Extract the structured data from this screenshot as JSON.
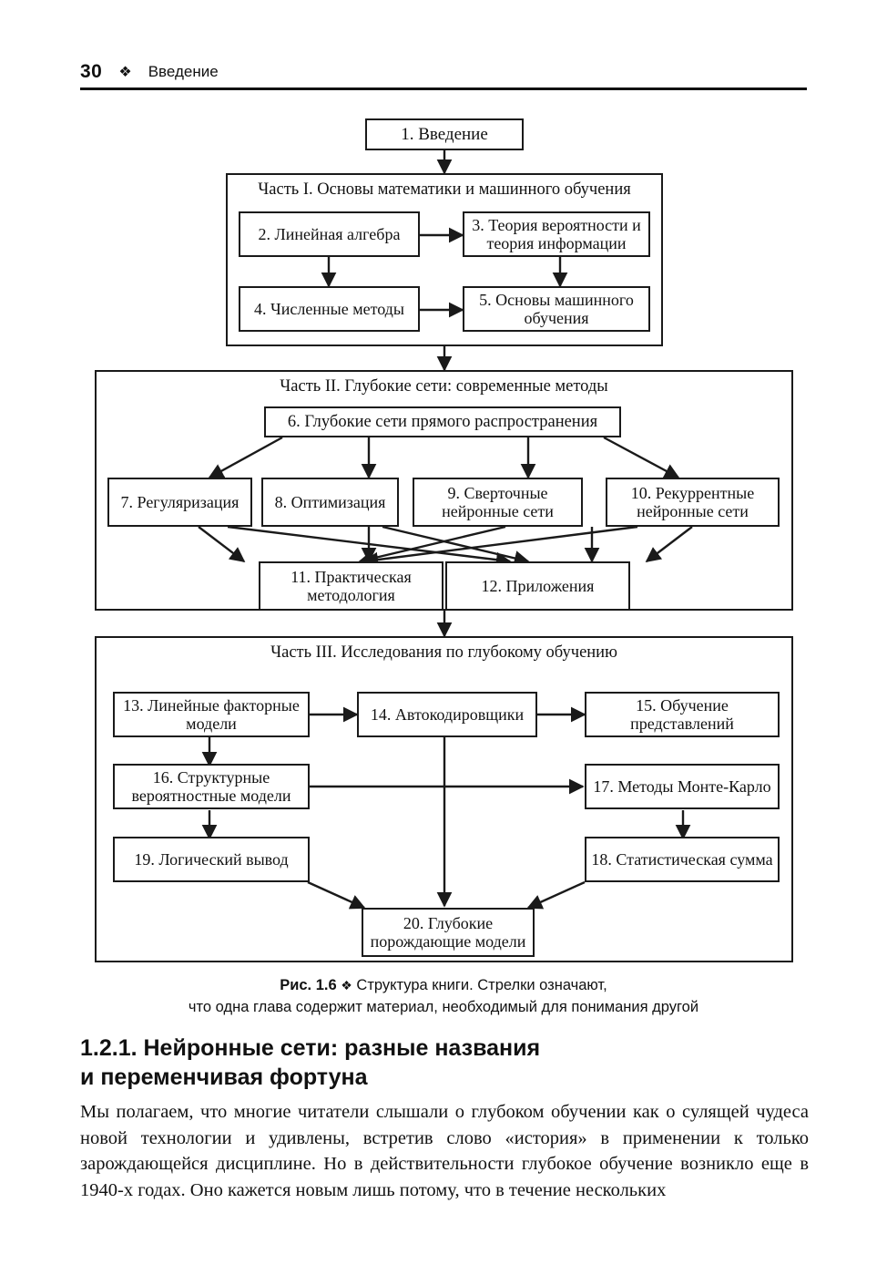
{
  "header": {
    "page_number": "30",
    "diamond": "❖",
    "title": "Введение"
  },
  "figure": {
    "nodes": {
      "n1": "1. Введение",
      "n2": "2. Линейная алгебра",
      "n3": "3. Теория вероятности и теория информации",
      "n4": "4. Численные методы",
      "n5": "5. Основы машинного обучения",
      "n6": "6. Глубокие сети прямого распространения",
      "n7": "7. Регуляризация",
      "n8": "8. Оптимизация",
      "n9": "9. Сверточные нейронные сети",
      "n10": "10. Рекуррентные нейронные сети",
      "n11": "11. Практическая методология",
      "n12": "12. Приложения",
      "n13": "13. Линейные факторные модели",
      "n14": "14. Автокодировщики",
      "n15": "15. Обучение представлений",
      "n16": "16. Структурные вероятностные модели",
      "n17": "17. Методы Монте-Карло",
      "n18": "18. Статистическая сумма",
      "n19": "19. Логический вывод",
      "n20": "20. Глубокие порождающие модели"
    },
    "containers": {
      "part1": "Часть I. Основы математики и машинного обучения",
      "part2": "Часть II. Глубокие сети: современные методы",
      "part3": "Часть III. Исследования по глубокому обучению"
    }
  },
  "caption": {
    "label": "Рис. 1.6",
    "diamond": "❖",
    "line1": "Структура книги. Стрелки означают,",
    "line2": "что одна глава содержит материал, необходимый для понимания другой"
  },
  "section": {
    "heading_line1": "1.2.1. Нейронные сети: разные  названия",
    "heading_line2": "и переменчивая  фортуна"
  },
  "body": {
    "paragraph": "Мы полагаем, что многие читатели слышали о глубоком обучении как о сулящей чудеса новой технологии и удивлены, встретив слово «история» в применении к только зарождающейся дисциплине. Но в действительности глубокое обучение возникло еще в 1940-х годах. Оно кажется новым лишь потому, что в течение нескольких"
  },
  "colors": {
    "ink": "#111111",
    "line": "#1a1a1a",
    "paper": "#ffffff"
  }
}
